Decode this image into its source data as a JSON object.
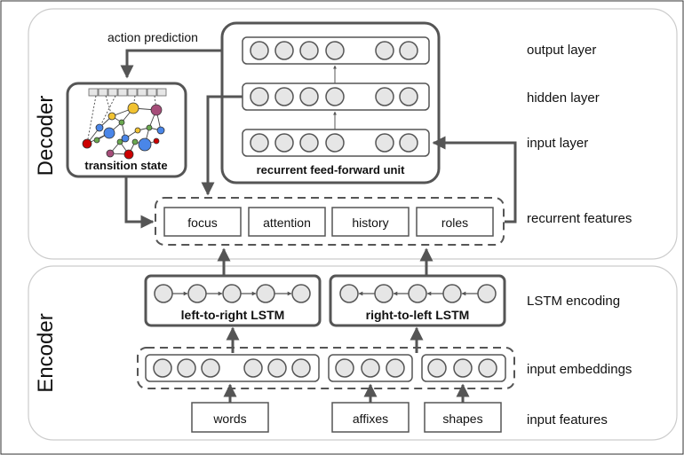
{
  "sections": {
    "decoder": "Decoder",
    "encoder": "Encoder"
  },
  "decoder": {
    "action_prediction": "action prediction",
    "transition_state": "transition state",
    "recurrent_unit": "recurrent feed-forward unit",
    "features": [
      "focus",
      "attention",
      "history",
      "roles"
    ]
  },
  "encoder": {
    "ltr_lstm": "left-to-right LSTM",
    "rtl_lstm": "right-to-left LSTM",
    "inputs": [
      "words",
      "affixes",
      "shapes"
    ]
  },
  "layer_labels": {
    "output": "output layer",
    "hidden": "hidden layer",
    "input": "input layer",
    "recurrent_features": "recurrent features",
    "lstm_encoding": "LSTM encoding",
    "input_embeddings": "input embeddings",
    "input_features": "input features"
  },
  "colors": {
    "node_fill": "#e6e6e6",
    "stroke": "#555555",
    "panel_stroke": "#cccccc",
    "graph_red": "#cc0000",
    "graph_blue": "#4a86e8",
    "graph_yellow": "#f1c232",
    "graph_green": "#6aa84f",
    "graph_purple": "#a64d79"
  }
}
